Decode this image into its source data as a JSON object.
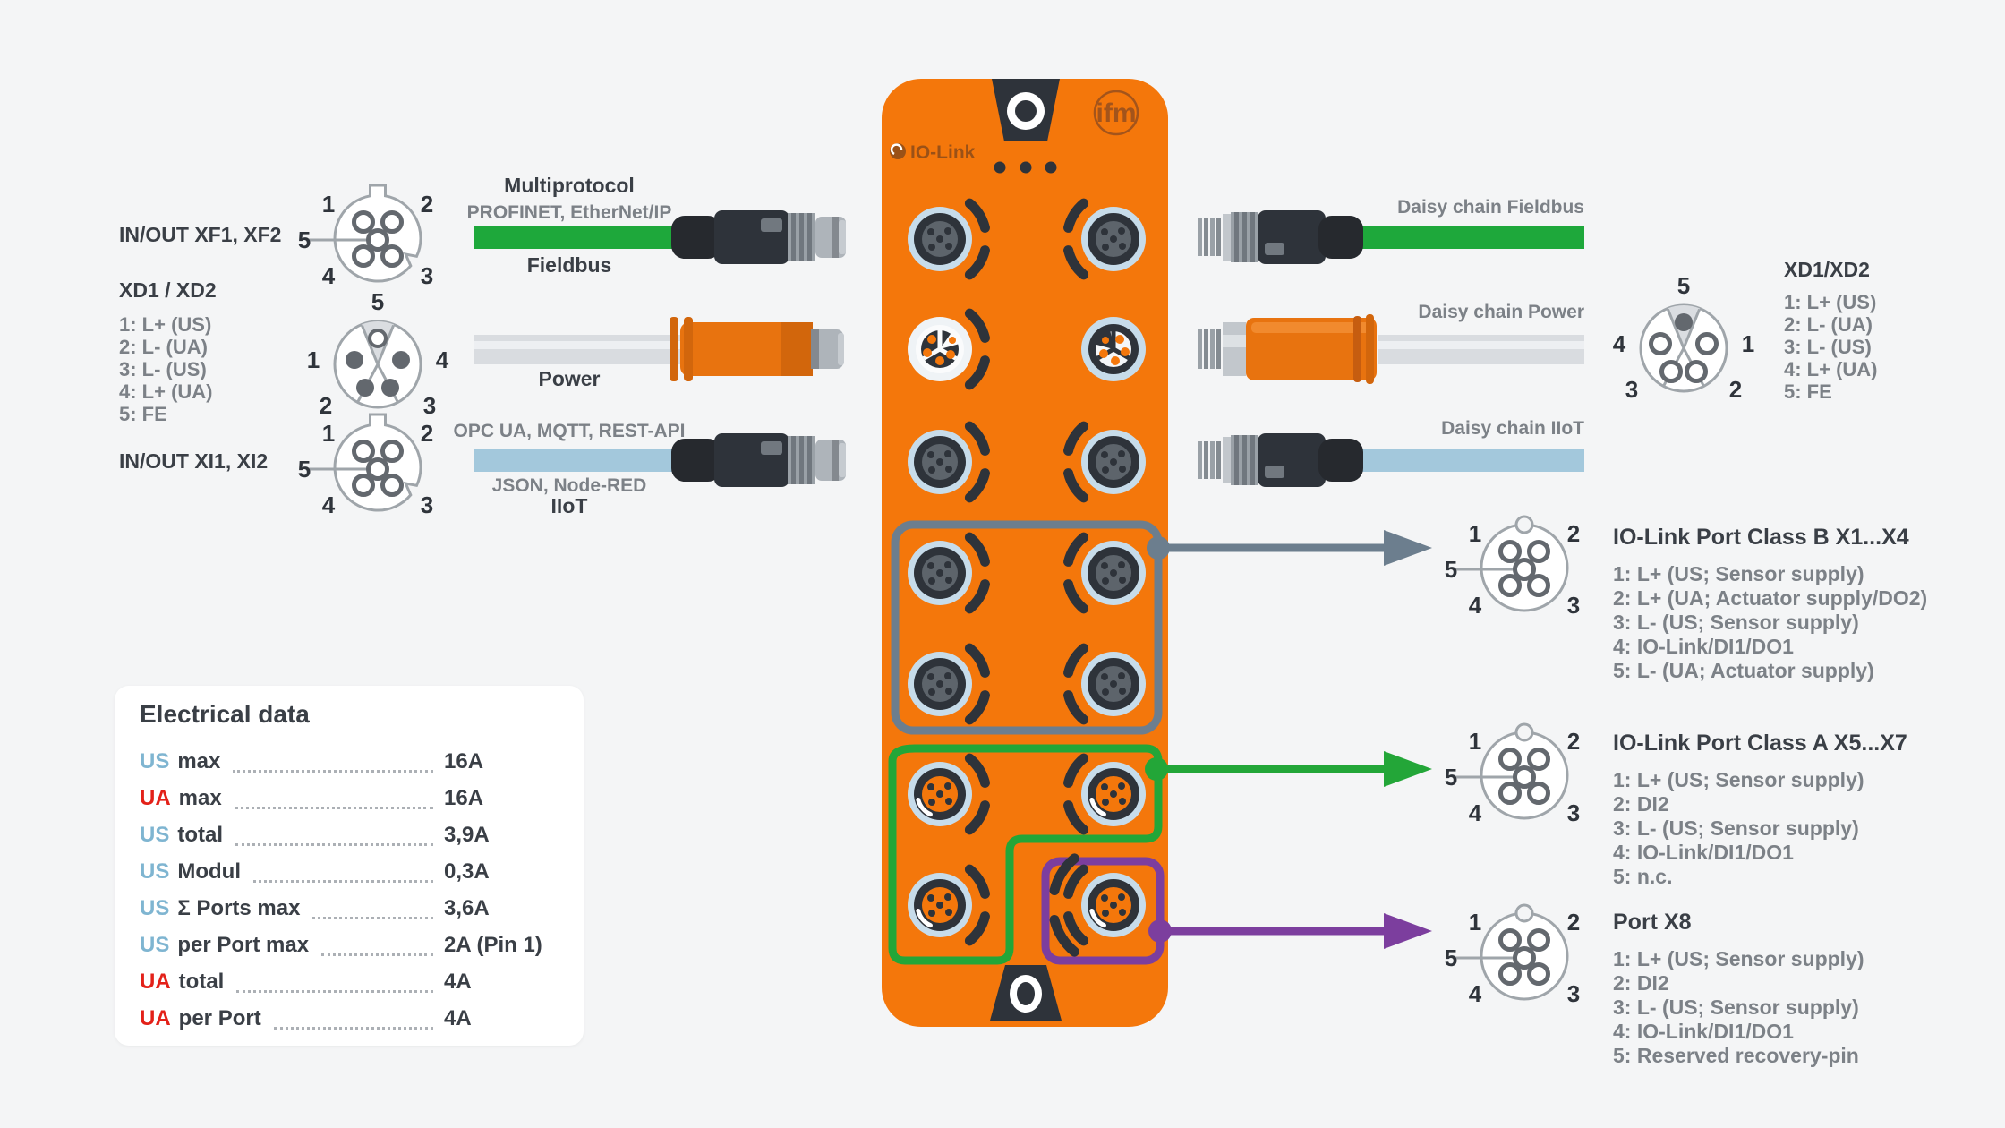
{
  "logos": {
    "ifm": "ifm",
    "io_link": "IO-Link"
  },
  "pin_numbers": {
    "n1": "1",
    "n2": "2",
    "n3": "3",
    "n4": "4",
    "n5": "5"
  },
  "left": {
    "xf_label": "IN/OUT XF1, XF2",
    "xd_title": "XD1 / XD2",
    "xd_pins": [
      "1: L+ (US)",
      "2: L- (UA)",
      "3: L- (US)",
      "4: L+ (UA)",
      "5: FE"
    ],
    "xi_label": "IN/OUT XI1, XI2"
  },
  "cables_left": {
    "multiprotocol_title": "Multiprotocol",
    "multiprotocol_sub": "PROFINET, EtherNet/IP",
    "fieldbus_label": "Fieldbus",
    "power_label": "Power",
    "iiot_sub_top": "OPC UA, MQTT, REST-API",
    "iiot_sub_bottom": "JSON, Node-RED",
    "iiot_label": "IIoT"
  },
  "cables_right": {
    "fieldbus_label": "Daisy chain Fieldbus",
    "power_label": "Daisy chain Power",
    "iiot_label": "Daisy chain IIoT"
  },
  "right_xd": {
    "title": "XD1/XD2",
    "pins": [
      "1: L+ (US)",
      "2: L- (UA)",
      "3: L- (US)",
      "4: L+ (UA)",
      "5: FE"
    ]
  },
  "ports": {
    "class_b": {
      "title": "IO-Link Port Class B X1...X4",
      "pins": [
        "1: L+ (US; Sensor supply)",
        "2: L+ (UA; Actuator supply/DO2)",
        "3: L- (US; Sensor supply)",
        "4: IO-Link/DI1/DO1",
        "5: L- (UA; Actuator supply)"
      ]
    },
    "class_a": {
      "title": "IO-Link Port Class A X5...X7",
      "pins": [
        "1: L+ (US; Sensor supply)",
        "2: DI2",
        "3: L- (US; Sensor supply)",
        "4: IO-Link/DI1/DO1",
        "5: n.c."
      ]
    },
    "x8": {
      "title": "Port X8",
      "pins": [
        "1: L+ (US; Sensor supply)",
        "2: DI2",
        "3: L- (US; Sensor supply)",
        "4: IO-Link/DI1/DO1",
        "5: Reserved recovery-pin"
      ]
    }
  },
  "electrical": {
    "title": "Electrical data",
    "rows": [
      {
        "u": "US",
        "label": "max",
        "value": "16A"
      },
      {
        "u": "UA",
        "label": "max",
        "value": "16A"
      },
      {
        "u": "US",
        "label": "total",
        "value": "3,9A",
        "gap": true
      },
      {
        "u": "US",
        "label": "Modul",
        "value": "0,3A"
      },
      {
        "u": "US",
        "label": "Σ Ports max",
        "value": "3,6A"
      },
      {
        "u": "US",
        "label": "per Port max",
        "value": "2A (Pin 1)"
      },
      {
        "u": "UA",
        "label": "total",
        "value": "4A"
      },
      {
        "u": "UA",
        "label": "per Port",
        "value": "4A"
      }
    ]
  },
  "colors": {
    "orange": "#F4770B",
    "dark": "#2E333A",
    "green": "#1EA83B",
    "iiot_blue": "#A3C8DC",
    "cable_gray": "#D9DCE0",
    "box_gray": "#6C7E8E",
    "box_green": "#23A638",
    "box_purple": "#7C3E9E",
    "us_blue": "#7FB5D1",
    "ua_red": "#E32119",
    "brand_brown": "#9A5117"
  }
}
